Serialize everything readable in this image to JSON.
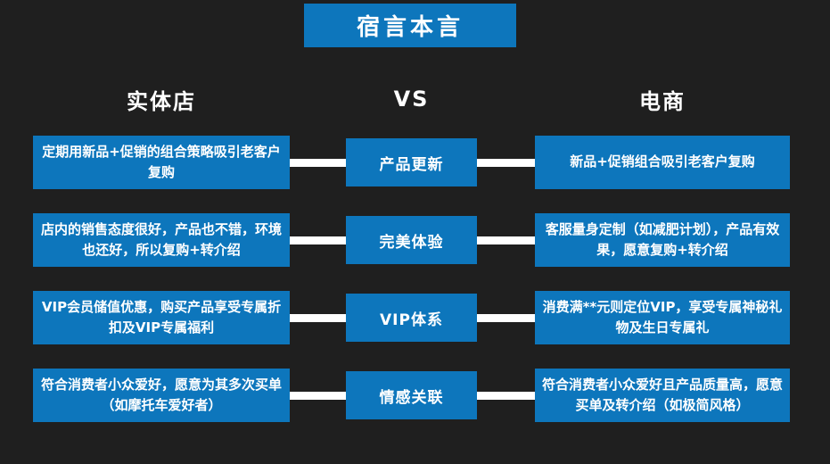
{
  "title": "宿言本言",
  "columns": {
    "left": "实体店",
    "center": "VS",
    "right": "电商"
  },
  "rows": [
    {
      "left": "定期用新品+促销的组合策略吸引老客户复购",
      "center": "产品更新",
      "right": "新品+促销组合吸引老客户复购"
    },
    {
      "left": "店内的销售态度很好，产品也不错，环境也还好，所以复购+转介绍",
      "center": "完美体验",
      "right": "客服量身定制（如减肥计划），产品有效果，愿意复购+转介绍"
    },
    {
      "left": "VIP会员储值优惠，购买产品享受专属折扣及VIP专属福利",
      "center": "VIP体系",
      "right": "消费满**元则定位VIP，享受专属神秘礼物及生日专属礼"
    },
    {
      "left": "符合消费者小众爱好，愿意为其多次买单（如摩托车爱好者）",
      "center": "情感关联",
      "right": "符合消费者小众爱好且产品质量高，愿意买单及转介绍（如极简风格）"
    }
  ],
  "colors": {
    "background": "#1f1f1f",
    "accent_blue": "#0d76bc",
    "connector_white": "#ffffff",
    "text_white": "#ffffff"
  }
}
